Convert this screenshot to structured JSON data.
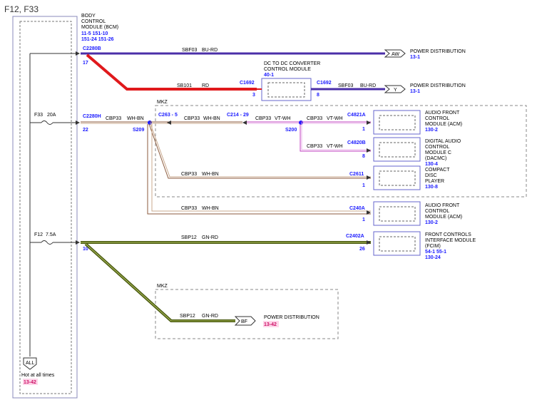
{
  "page_title": "F12, F33",
  "modules": {
    "bcm": {
      "name_lines": [
        "BODY",
        "CONTROL",
        "MODULE (BCM)"
      ],
      "ref_row1": "11-5      151-10",
      "ref_row2": "151-24   151-26"
    },
    "dcdc": {
      "name_lines": [
        "DC TO DC CONVERTER",
        "CONTROL MODULE"
      ],
      "ref": "40-1"
    },
    "acm1": {
      "name_lines": [
        "AUDIO FRONT",
        "CONTROL",
        "MODULE (ACM)"
      ],
      "ref": "130-2"
    },
    "dacmc": {
      "name_lines": [
        "DIGITAL AUDIO",
        "CONTROL",
        "MODULE C",
        "(DACMC)"
      ],
      "ref": "130-4"
    },
    "cdp": {
      "name_lines": [
        "COMPACT",
        "DISC",
        "PLAYER"
      ],
      "ref": "130-8"
    },
    "acm2": {
      "name_lines": [
        "AUDIO FRONT",
        "CONTROL",
        "MODULE (ACM)"
      ],
      "ref": "130-2"
    },
    "fcim": {
      "name_lines": [
        "FRONT CONTROLS",
        "INTERFACE MODULE",
        "(FCIM)"
      ],
      "ref_row1": "54-1    55-1",
      "ref_row2": "130-24"
    }
  },
  "power_dist": [
    {
      "flag": "AW",
      "label": "POWER DISTRIBUTION",
      "ref": "13-1"
    },
    {
      "flag": "Y",
      "label": "POWER DISTRIBUTION",
      "ref": "13-1"
    },
    {
      "flag": "BF",
      "label": "POWER DISTRIBUTION",
      "ref": "13-42"
    }
  ],
  "fuses": [
    {
      "name": "F33",
      "rating": "20A"
    },
    {
      "name": "F12",
      "rating": "7.5A"
    }
  ],
  "hot_note": {
    "flag": "ALL",
    "label": "Hot at all times",
    "ref": "13-42"
  },
  "mkz_labels": [
    "MKZ",
    "MKZ"
  ],
  "connectors": {
    "c2280b": "C2280B",
    "c2280b_pin": "17",
    "c1692_left": "C1692",
    "c1692_left_pin": "3",
    "c1692_right": "C1692",
    "c1692_right_pin": "8",
    "c2280h": "C2280H",
    "c2280h_pin": "22",
    "c263": "C263 - 5",
    "c214": "C214 - 29",
    "c4821a": "C4821A",
    "c4821a_pin": "1",
    "c4820b": "C4820B",
    "c4820b_pin": "8",
    "c2611": "C2611",
    "c2611_pin": "1",
    "c240a": "C240A",
    "c240a_pin": "1",
    "c2402a": "C2402A",
    "c2402a_pin": "26",
    "bcm_pin10": "10",
    "s209": "S209",
    "s200": "S200"
  },
  "wires": {
    "sbf03_top": {
      "circuit": "SBF03",
      "color": "BU-RD"
    },
    "sb101": {
      "circuit": "SB101",
      "color": "RD"
    },
    "sbf03_right": {
      "circuit": "SBF03",
      "color": "BU-RD"
    },
    "cbp33_a": {
      "circuit": "CBP33",
      "color": "WH-BN"
    },
    "cbp33_b": {
      "circuit": "CBP33",
      "color": "WH-BN"
    },
    "cbp33_c": {
      "circuit": "CBP33",
      "color": "VT-WH"
    },
    "cbp33_d": {
      "circuit": "CBP33",
      "color": "VT-WH"
    },
    "cbp33_e": {
      "circuit": "CBP33",
      "color": "VT-WH"
    },
    "cbp33_f": {
      "circuit": "CBP33",
      "color": "WH-BN"
    },
    "cbp33_g": {
      "circuit": "CBP33",
      "color": "WH-BN"
    },
    "sbp12_a": {
      "circuit": "SBP12",
      "color": "GN-RD"
    },
    "sbp12_b": {
      "circuit": "SBP12",
      "color": "GN-RD"
    }
  },
  "colors": {
    "bu_rd": "#4b2fa8",
    "rd": "#e0191c",
    "gn_rd": "#4a5a10",
    "vt_wh": "#c040c0",
    "wh_bn": "#8b5a3c",
    "box": "#6666cc",
    "ref_blue": "#1a1aff",
    "ref_pink": "#cc1166"
  }
}
